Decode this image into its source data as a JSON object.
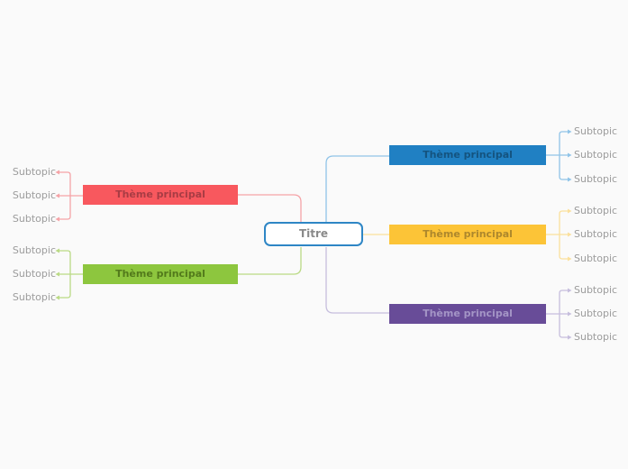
{
  "diagram": {
    "type": "mindmap",
    "background": "#fafafa",
    "subtopic_label_color": "#9c9c9c",
    "root": {
      "label": "Titre",
      "border_color": "#2e86c5",
      "text_color": "#8a8a8a",
      "fill": "#ffffff"
    },
    "branches": [
      {
        "id": "red",
        "side": "left",
        "label": "Thème principal",
        "fill": "#f8585e",
        "text_color": "#a83c44",
        "line_color": "#f5a3a7",
        "subtopics": [
          "Subtopic",
          "Subtopic",
          "Subtopic"
        ]
      },
      {
        "id": "green",
        "side": "left",
        "label": "Thème principal",
        "fill": "#8dc63e",
        "text_color": "#527a1b",
        "line_color": "#bada85",
        "subtopics": [
          "Subtopic",
          "Subtopic",
          "Subtopic"
        ]
      },
      {
        "id": "blue",
        "side": "right",
        "label": "Thème principal",
        "fill": "#2080c3",
        "text_color": "#14537f",
        "line_color": "#90c4e8",
        "subtopics": [
          "Subtopic",
          "Subtopic",
          "Subtopic"
        ]
      },
      {
        "id": "yellow",
        "side": "right",
        "label": "Thème principal",
        "fill": "#fcc437",
        "text_color": "#ad872c",
        "line_color": "#fbe09c",
        "subtopics": [
          "Subtopic",
          "Subtopic",
          "Subtopic"
        ]
      },
      {
        "id": "purple",
        "side": "right",
        "label": "Thème principal",
        "fill": "#684c98",
        "text_color": "#a495c6",
        "line_color": "#c6bedd",
        "subtopics": [
          "Subtopic",
          "Subtopic",
          "Subtopic"
        ]
      }
    ]
  }
}
